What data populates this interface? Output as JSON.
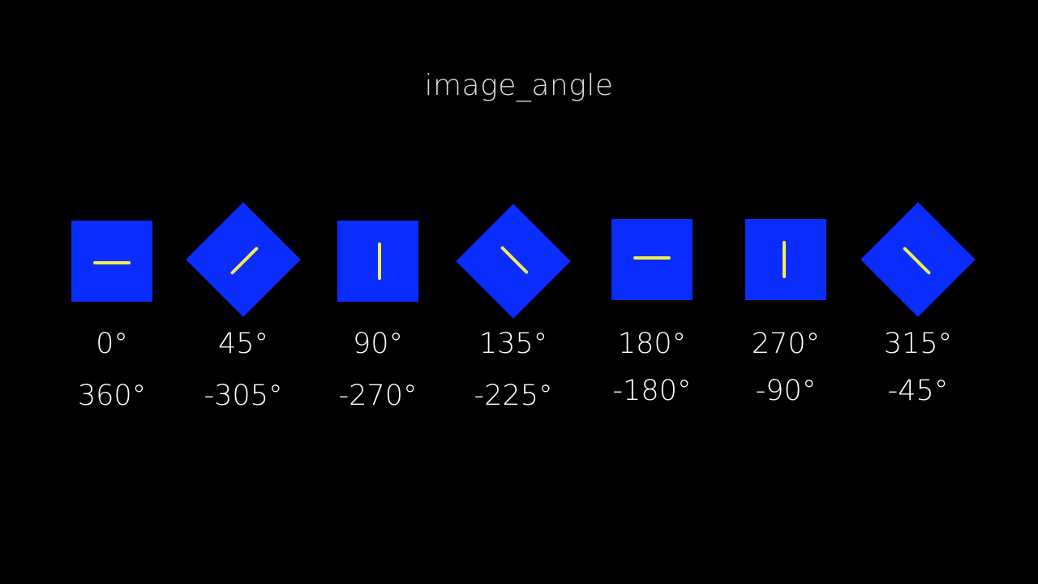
{
  "title": "image_angle",
  "colors": {
    "background": "#000000",
    "square": "#0a2cff",
    "line": "#f2ef4a",
    "text": "#ffffff"
  },
  "items": [
    {
      "angle": 0,
      "primary_label": "0°",
      "secondary_label": "360°"
    },
    {
      "angle": 45,
      "primary_label": "45°",
      "secondary_label": "-305°"
    },
    {
      "angle": 90,
      "primary_label": "90°",
      "secondary_label": "-270°"
    },
    {
      "angle": 135,
      "primary_label": "135°",
      "secondary_label": "-225°"
    },
    {
      "angle": 180,
      "primary_label": "180°",
      "secondary_label": "-180°"
    },
    {
      "angle": 270,
      "primary_label": "270°",
      "secondary_label": "-90°"
    },
    {
      "angle": 315,
      "primary_label": "315°",
      "secondary_label": "-45°"
    }
  ]
}
